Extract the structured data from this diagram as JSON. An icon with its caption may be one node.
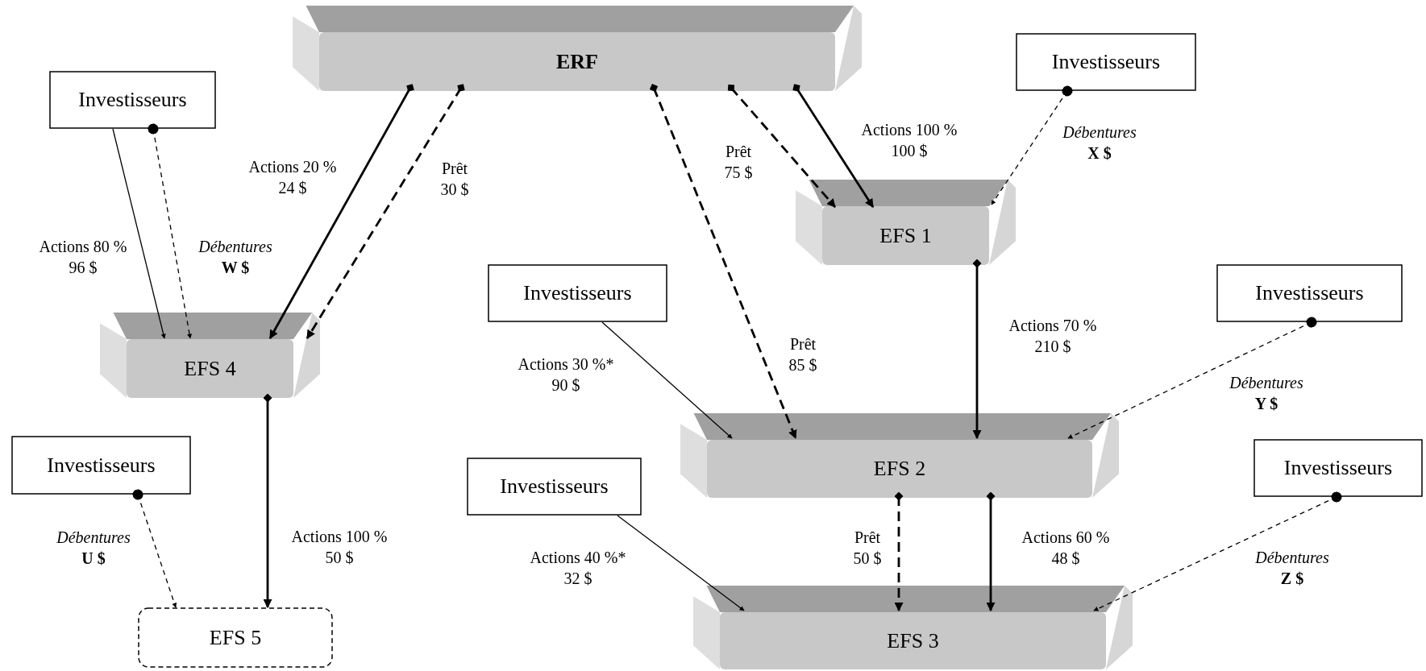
{
  "diagram": {
    "nodes": [
      {
        "text": [
          "ERF"
        ]
      },
      {
        "text": [
          "Investisseurs"
        ]
      },
      {
        "text": [
          "Investisseurs"
        ]
      },
      {
        "text": [
          "EFS 1"
        ]
      },
      {
        "text": [
          "EFS 4"
        ]
      },
      {
        "text": [
          "Investisseurs"
        ]
      },
      {
        "text": [
          "Investisseurs"
        ]
      },
      {
        "text": [
          "EFS 2"
        ]
      },
      {
        "text": [
          "Investisseurs"
        ]
      },
      {
        "text": [
          "Investisseurs"
        ]
      },
      {
        "text": [
          "Investisseurs"
        ]
      },
      {
        "text": [
          "EFS 3"
        ]
      },
      {
        "text": [
          "EFS 5"
        ]
      }
    ],
    "edges": [
      {
        "from": 0,
        "to": 4,
        "arrow": "to",
        "label": "Actions 20 % 24 $"
      },
      {
        "from": 0,
        "to": 4,
        "arrow": "to",
        "label": "Prêt 30 $",
        "style": "dashed"
      },
      {
        "from": 0,
        "to": 7,
        "arrow": "to",
        "label": "Prêt 85 $",
        "style": "dashed"
      },
      {
        "from": 0,
        "to": 3,
        "arrow": "to",
        "label": "Prêt 75 $",
        "style": "dashed"
      },
      {
        "from": 0,
        "to": 3,
        "arrow": "to",
        "label": "Actions 100 % 100 $"
      },
      {
        "from": 2,
        "to": 3,
        "arrow": "to",
        "label": "*Débentures* **X $**",
        "style": "dashed"
      },
      {
        "from": 1,
        "to": 4,
        "arrow": "to",
        "label": "Actions 80 % 96 $"
      },
      {
        "from": 1,
        "to": 4,
        "arrow": "to",
        "label": "*Débentures* **W $**",
        "style": "dashed"
      },
      {
        "from": 3,
        "to": 7,
        "arrow": "to",
        "label": "Actions 70 % 210 $"
      },
      {
        "from": 5,
        "to": 7,
        "arrow": "to",
        "label": "Actions 30 %* 90 $"
      },
      {
        "from": 6,
        "to": 7,
        "arrow": "to",
        "label": "*Débentures* **Y $**",
        "style": "dashed"
      },
      {
        "from": 4,
        "to": 12,
        "arrow": "to",
        "label": "Actions 100 % 50 $"
      },
      {
        "from": 8,
        "to": 12,
        "arrow": "to",
        "label": "*Débentures* **U $**",
        "style": "dashed"
      },
      {
        "from": 7,
        "to": 11,
        "arrow": "to",
        "label": "Prêt 50 $",
        "style": "dashed"
      },
      {
        "from": 7,
        "to": 11,
        "arrow": "to",
        "label": "Actions 60 % 48 $"
      },
      {
        "from": 9,
        "to": 11,
        "arrow": "to",
        "label": "Actions 40 %* 32 $"
      },
      {
        "from": 10,
        "to": 11,
        "arrow": "to",
        "label": "*Débentures* **Z $**",
        "style": "dashed"
      }
    ]
  }
}
